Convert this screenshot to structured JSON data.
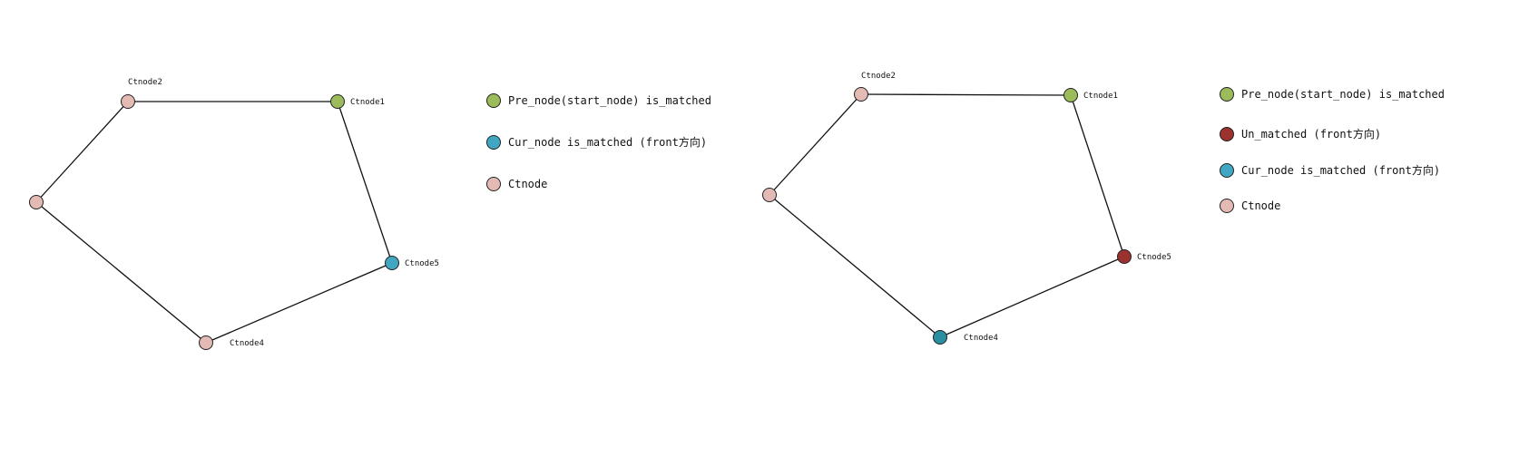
{
  "colors": {
    "matched_green": "#9cbb5a",
    "cur_blue": "#41a6c2",
    "cur_blue_dark": "#2a8fa3",
    "ctnode_pink": "#e4bab4",
    "unmatched_red": "#9b3230",
    "edge": "#111111",
    "node_stroke": "#222222"
  },
  "diagrams": [
    {
      "name": "left",
      "nodes": [
        {
          "id": "n1",
          "label": "Ctnode1",
          "color": "matched_green"
        },
        {
          "id": "n2",
          "label": "Ctnode2",
          "color": "ctnode_pink"
        },
        {
          "id": "n3",
          "label": "",
          "color": "ctnode_pink"
        },
        {
          "id": "n4",
          "label": "Ctnode4",
          "color": "ctnode_pink"
        },
        {
          "id": "n5",
          "label": "Ctnode5",
          "color": "cur_blue"
        }
      ],
      "edges": [
        [
          "n2",
          "n1"
        ],
        [
          "n1",
          "n5"
        ],
        [
          "n5",
          "n4"
        ],
        [
          "n4",
          "n3"
        ],
        [
          "n3",
          "n2"
        ]
      ],
      "legend": [
        {
          "color": "matched_green",
          "label": "Pre_node(start_node) is_matched"
        },
        {
          "color": "cur_blue",
          "label": "Cur_node is_matched (front方向)"
        },
        {
          "color": "ctnode_pink",
          "label": "Ctnode"
        }
      ]
    },
    {
      "name": "right",
      "nodes": [
        {
          "id": "n1",
          "label": "Ctnode1",
          "color": "matched_green"
        },
        {
          "id": "n2",
          "label": "Ctnode2",
          "color": "ctnode_pink"
        },
        {
          "id": "n3",
          "label": "",
          "color": "ctnode_pink"
        },
        {
          "id": "n4",
          "label": "Ctnode4",
          "color": "cur_blue_dark"
        },
        {
          "id": "n5",
          "label": "Ctnode5",
          "color": "unmatched_red"
        }
      ],
      "edges": [
        [
          "n2",
          "n1"
        ],
        [
          "n1",
          "n5"
        ],
        [
          "n5",
          "n4"
        ],
        [
          "n4",
          "n3"
        ],
        [
          "n3",
          "n2"
        ]
      ],
      "legend": [
        {
          "color": "matched_green",
          "label": "Pre_node(start_node) is_matched"
        },
        {
          "color": "unmatched_red",
          "label": "Un_matched (front方向)"
        },
        {
          "color": "cur_blue",
          "label": "Cur_node is_matched (front方向)"
        },
        {
          "color": "ctnode_pink",
          "label": "Ctnode"
        }
      ]
    }
  ]
}
